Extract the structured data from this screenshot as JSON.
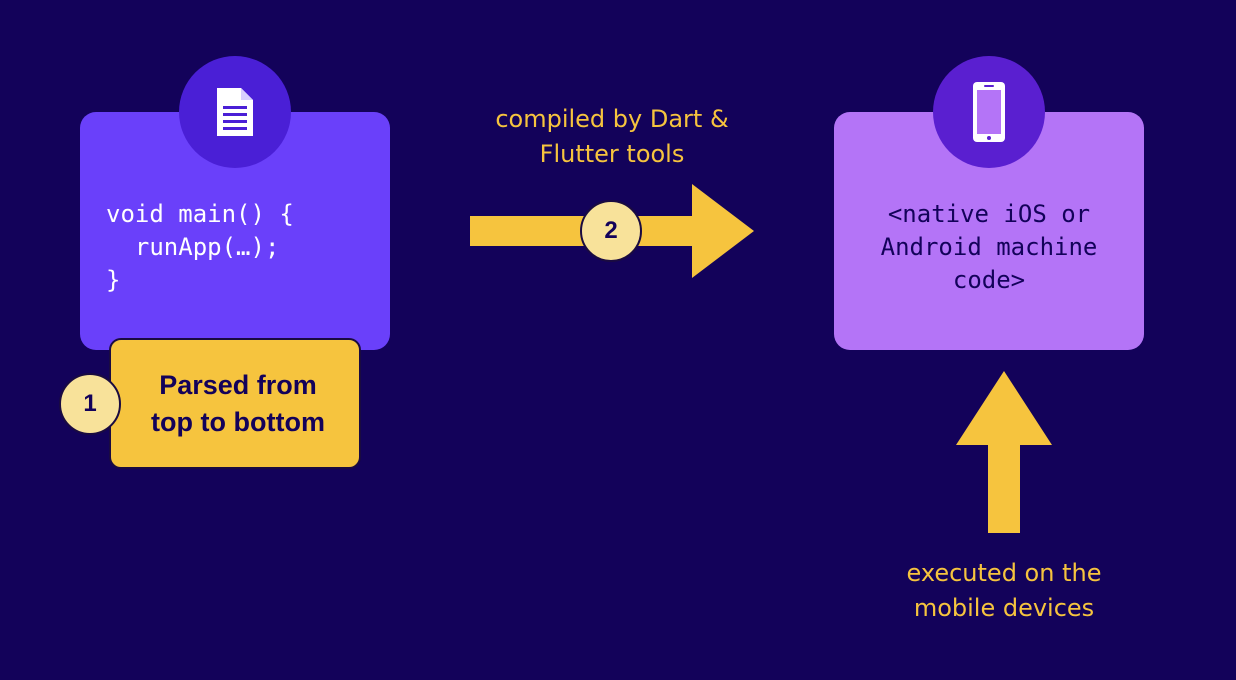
{
  "colors": {
    "background": "#13025a",
    "code_card": "#6a40fa",
    "native_card": "#b474f7",
    "accent_yellow": "#f6c43e",
    "badge_fill": "#f8e29a"
  },
  "source_card": {
    "icon": "document-icon",
    "code": "void main() {\n  runApp(…);\n}"
  },
  "parse_note": {
    "step": "1",
    "text": "Parsed from\ntop to bottom"
  },
  "compile_step": {
    "step": "2",
    "caption": "compiled by Dart &\nFlutter tools"
  },
  "native_card": {
    "icon": "smartphone-icon",
    "text": "<native iOS or\nAndroid machine\ncode>"
  },
  "execute_note": {
    "caption": "executed on the\nmobile devices"
  }
}
